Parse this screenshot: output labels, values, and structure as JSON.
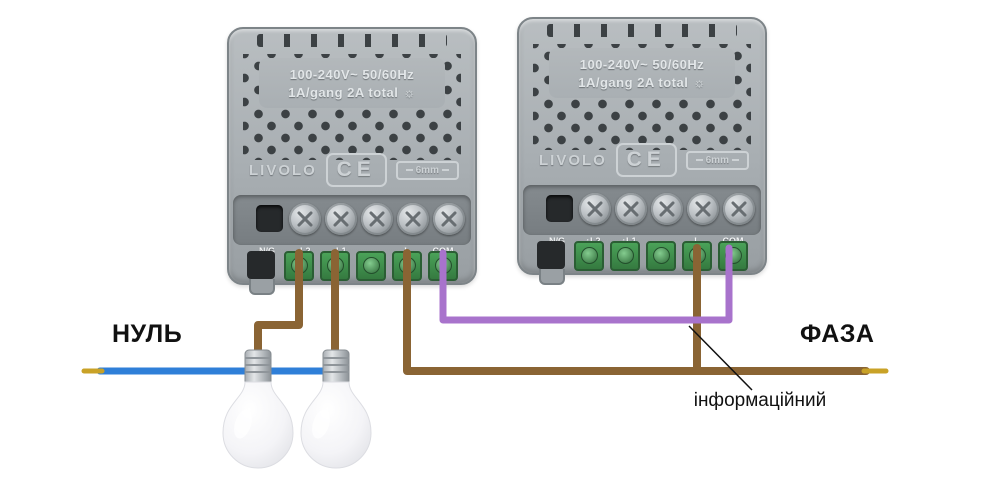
{
  "diagram": {
    "null_label": "НУЛЬ",
    "phase_label": "ФАЗА",
    "info_label": "інформаційний"
  },
  "module": {
    "brand": "LIVOLO",
    "spec_line1": "100-240V~ 50/60Hz",
    "spec_line2": "1A/gang 2A total",
    "sun_icon": "☼",
    "ce_mark": "CE",
    "gauge_label": "6mm",
    "terminals": [
      "N/G",
      "↑L2",
      "↑L1",
      "L",
      "COM"
    ]
  },
  "colors": {
    "neutral_wire": "#2f7fd8",
    "phase_wire": "#8a6434",
    "info_wire": "#a873cc",
    "wire_tip": "#c9a227",
    "pointer_line": "#111111"
  }
}
